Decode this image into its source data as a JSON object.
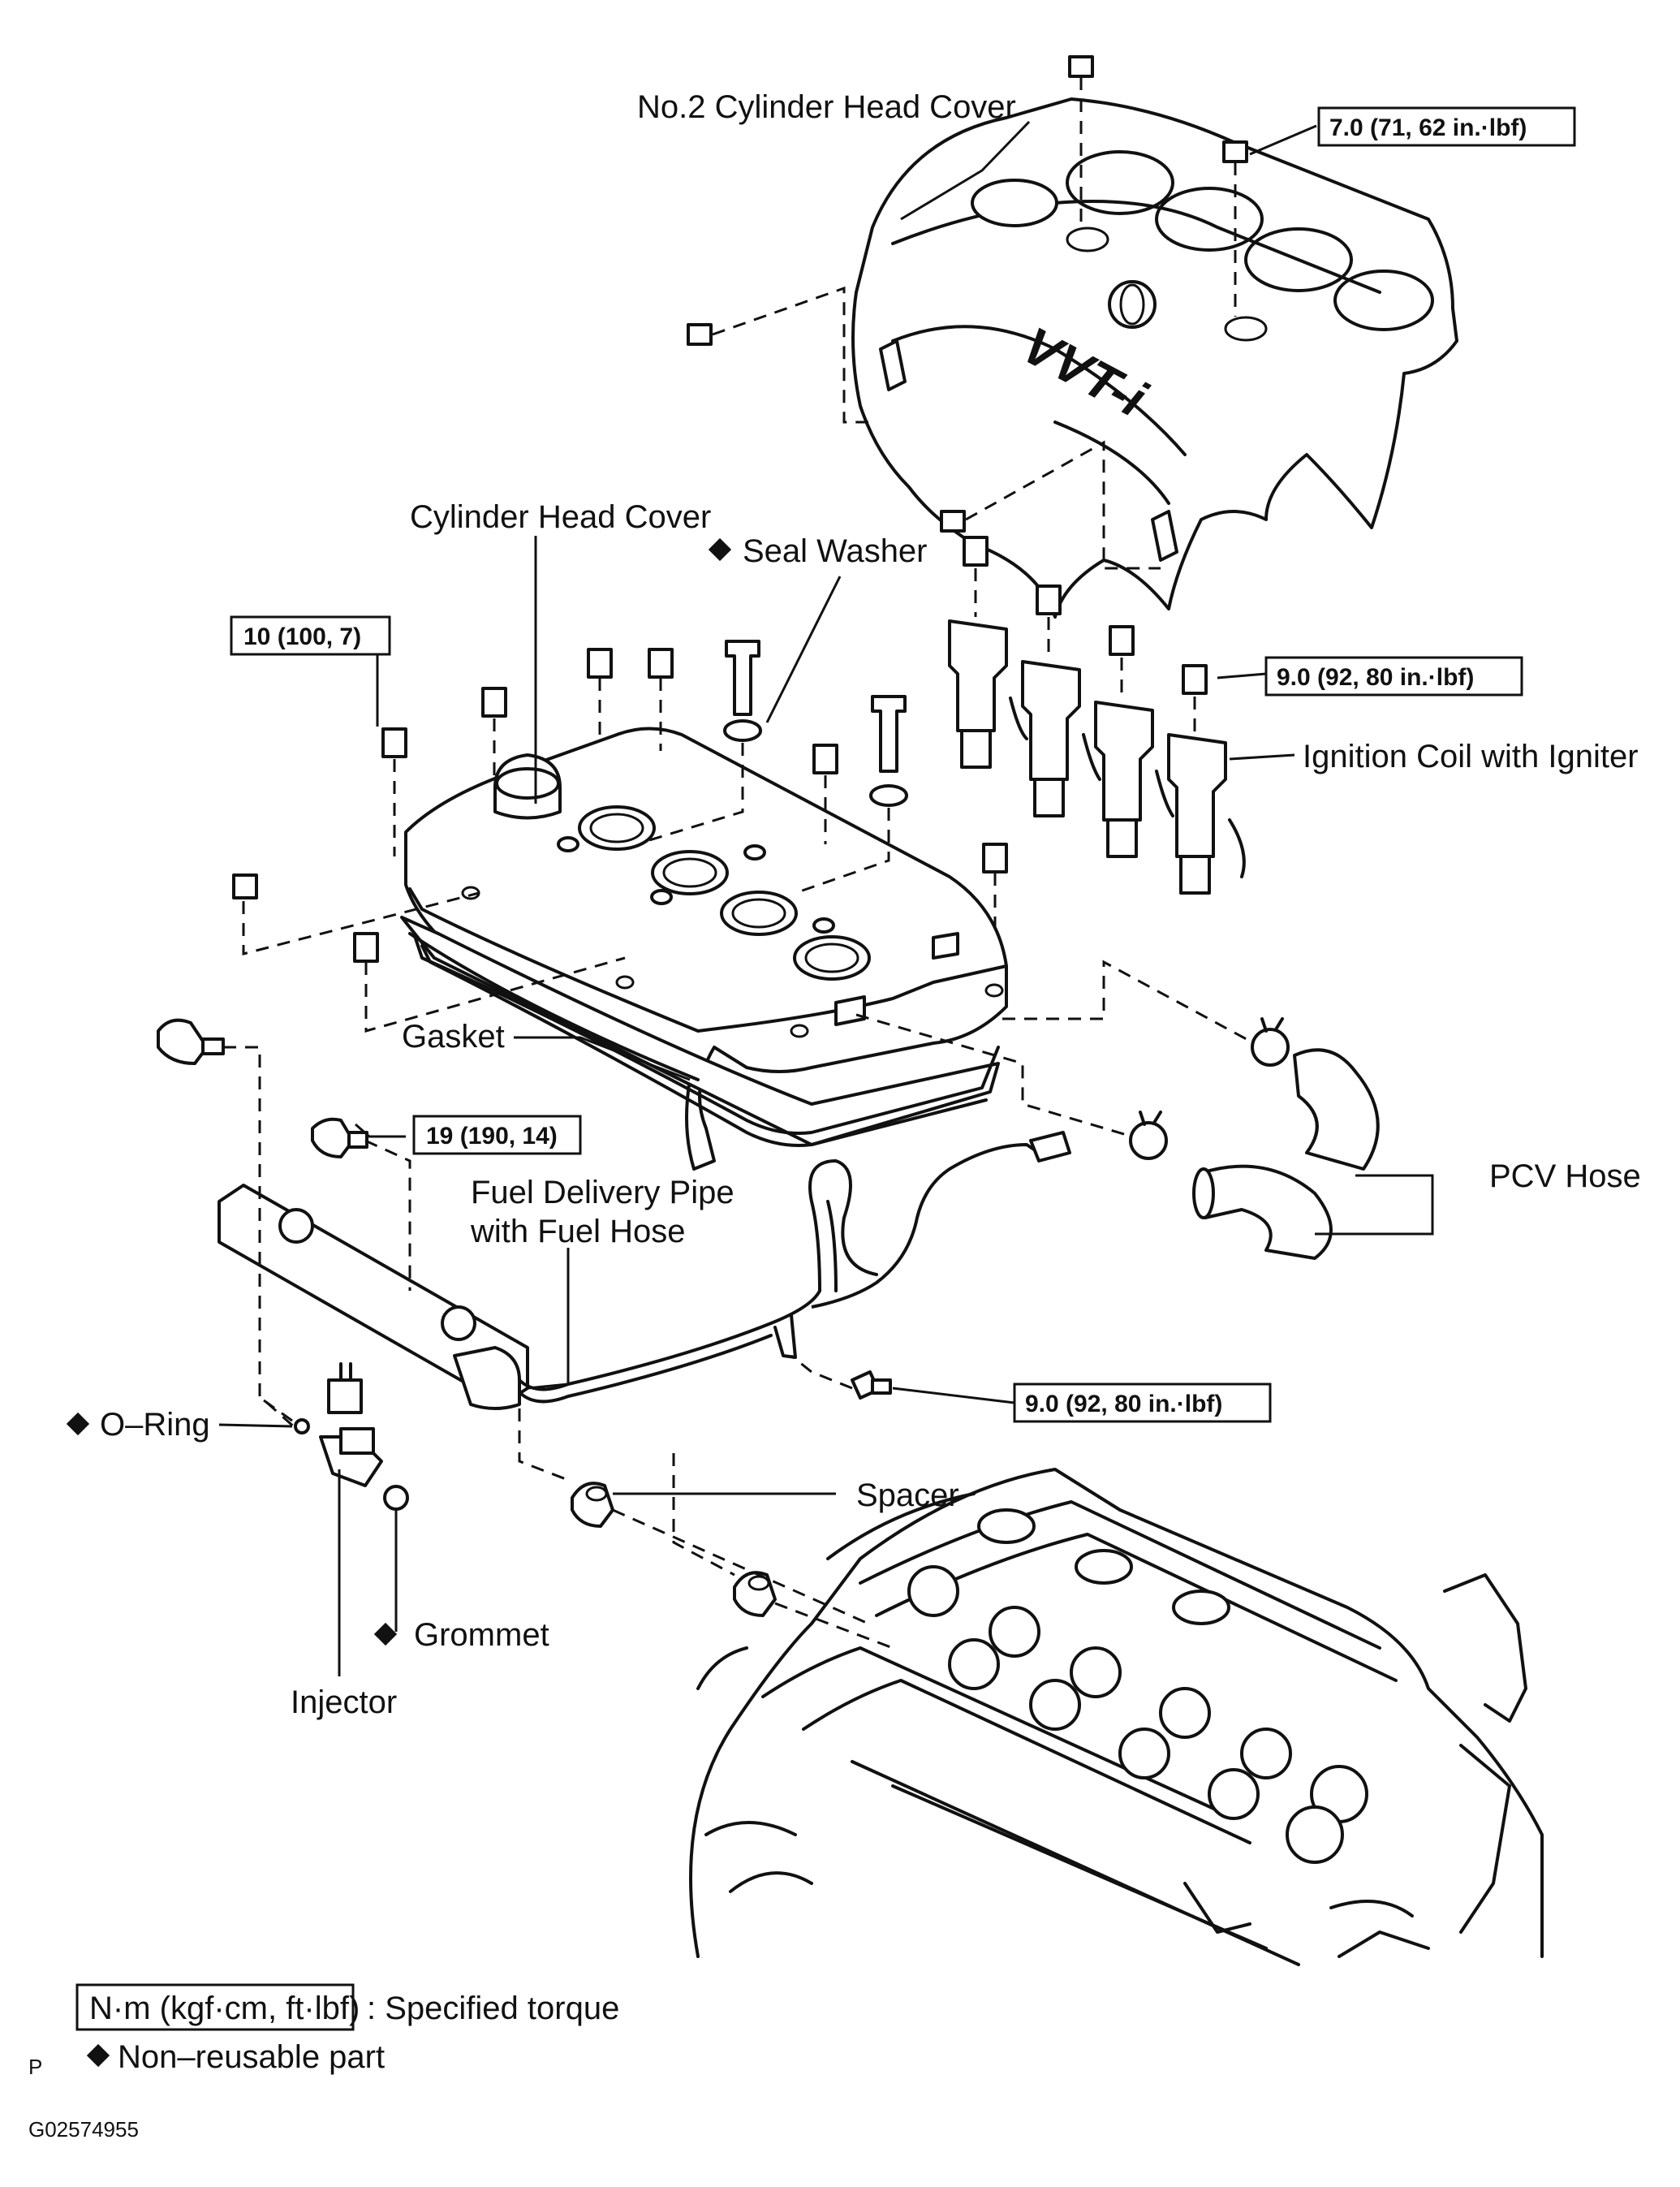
{
  "labels": {
    "no2_cylinder_head_cover": "No.2 Cylinder Head Cover",
    "cylinder_head_cover": "Cylinder Head Cover",
    "seal_washer": "Seal Washer",
    "ignition_coil": "Ignition Coil with Igniter",
    "gasket": "Gasket",
    "pcv_hose": "PCV Hose",
    "fuel_delivery_pipe_1": "Fuel Delivery Pipe",
    "fuel_delivery_pipe_2": "with Fuel Hose",
    "o_ring": "O–Ring",
    "spacer": "Spacer",
    "grommet": "Grommet",
    "injector": "Injector",
    "cover_logo": "VVT-i"
  },
  "torques": {
    "cover_nut": "7.0 (71, 62 in.·lbf)",
    "head_cover_bolt": "10 (100, 7)",
    "coil_bolt": "9.0 (92, 80 in.·lbf)",
    "delivery_pipe_bolt": "19 (190, 14)",
    "hose_clamp_bolt": "9.0 (92, 80 in.·lbf)"
  },
  "legend": {
    "torque_unit": "N·m (kgf·cm, ft·lbf)",
    "torque_desc": ": Specified torque",
    "non_reusable": "Non–reusable part",
    "corner_letter": "P",
    "figure_code": "G02574955"
  }
}
